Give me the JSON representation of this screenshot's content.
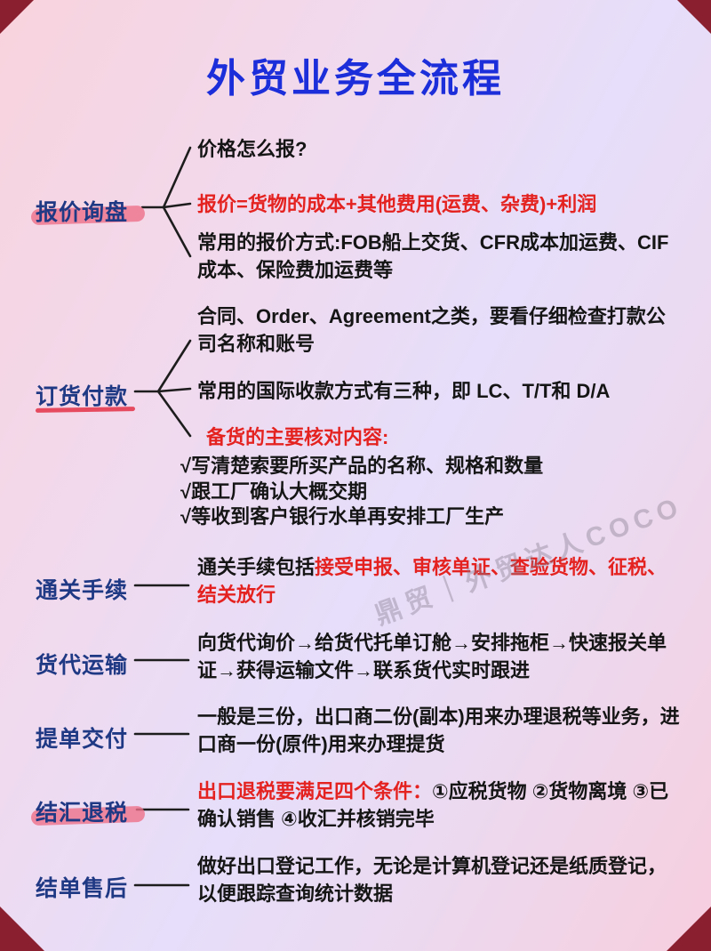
{
  "page": {
    "title": "外贸业务全流程",
    "watermark": "鼎贸｜外贸达人COCO"
  },
  "colors": {
    "title": "#1c2ed9",
    "label": "#203984",
    "red": "#e42320",
    "text": "#151515",
    "marker": "#ee7189",
    "underline": "#e64a5e",
    "corner": "#8a1f2f",
    "line": "#1d1d1d"
  },
  "sections": [
    {
      "label": "报价询盘",
      "items": [
        {
          "text": "价格怎么报?"
        },
        {
          "text": "报价=货物的成本+其他费用(运费、杂费)+利润"
        },
        {
          "text": "常用的报价方式:FOB船上交货、CFR成本加运费、CIF 成本、保险费加运费等"
        }
      ]
    },
    {
      "label": "订货付款",
      "items": [
        {
          "text": "合同、Order、Agreement之类，要看仔细检查打款公司名称和账号"
        },
        {
          "text": "常用的国际收款方式有三种，即 LC、T/T和 D/A"
        },
        {
          "header": "备货的主要核对内容:",
          "checks": [
            "√写清楚索要所买产品的名称、规格和数量",
            "√跟工厂确认大概交期",
            "√等收到客户银行水单再安排工厂生产"
          ]
        }
      ]
    },
    {
      "label": "通关手续",
      "items": [
        {
          "prefix": "通关手续包括",
          "highlight": "接受申报、审核单证、查验货物、征税、结关放行"
        }
      ]
    },
    {
      "label": "货代运输",
      "items": [
        {
          "text": "向货代询价→给货代托单订舱→安排拖柜→快速报关单证→获得运输文件→联系货代实时跟进"
        }
      ]
    },
    {
      "label": "提单交付",
      "items": [
        {
          "text": "一般是三份，出口商二份(副本)用来办理退税等业务，进口商一份(原件)用来办理提货"
        }
      ]
    },
    {
      "label": "结汇退税",
      "items": [
        {
          "highlight": "出口退税要满足四个条件：",
          "suffix": "①应税货物 ②货物离境 ③已确认销售 ④收汇并核销完毕"
        }
      ]
    },
    {
      "label": "结单售后",
      "items": [
        {
          "text": "做好出口登记工作，无论是计算机登记还是纸质登记，以便跟踪查询统计数据"
        }
      ]
    }
  ]
}
